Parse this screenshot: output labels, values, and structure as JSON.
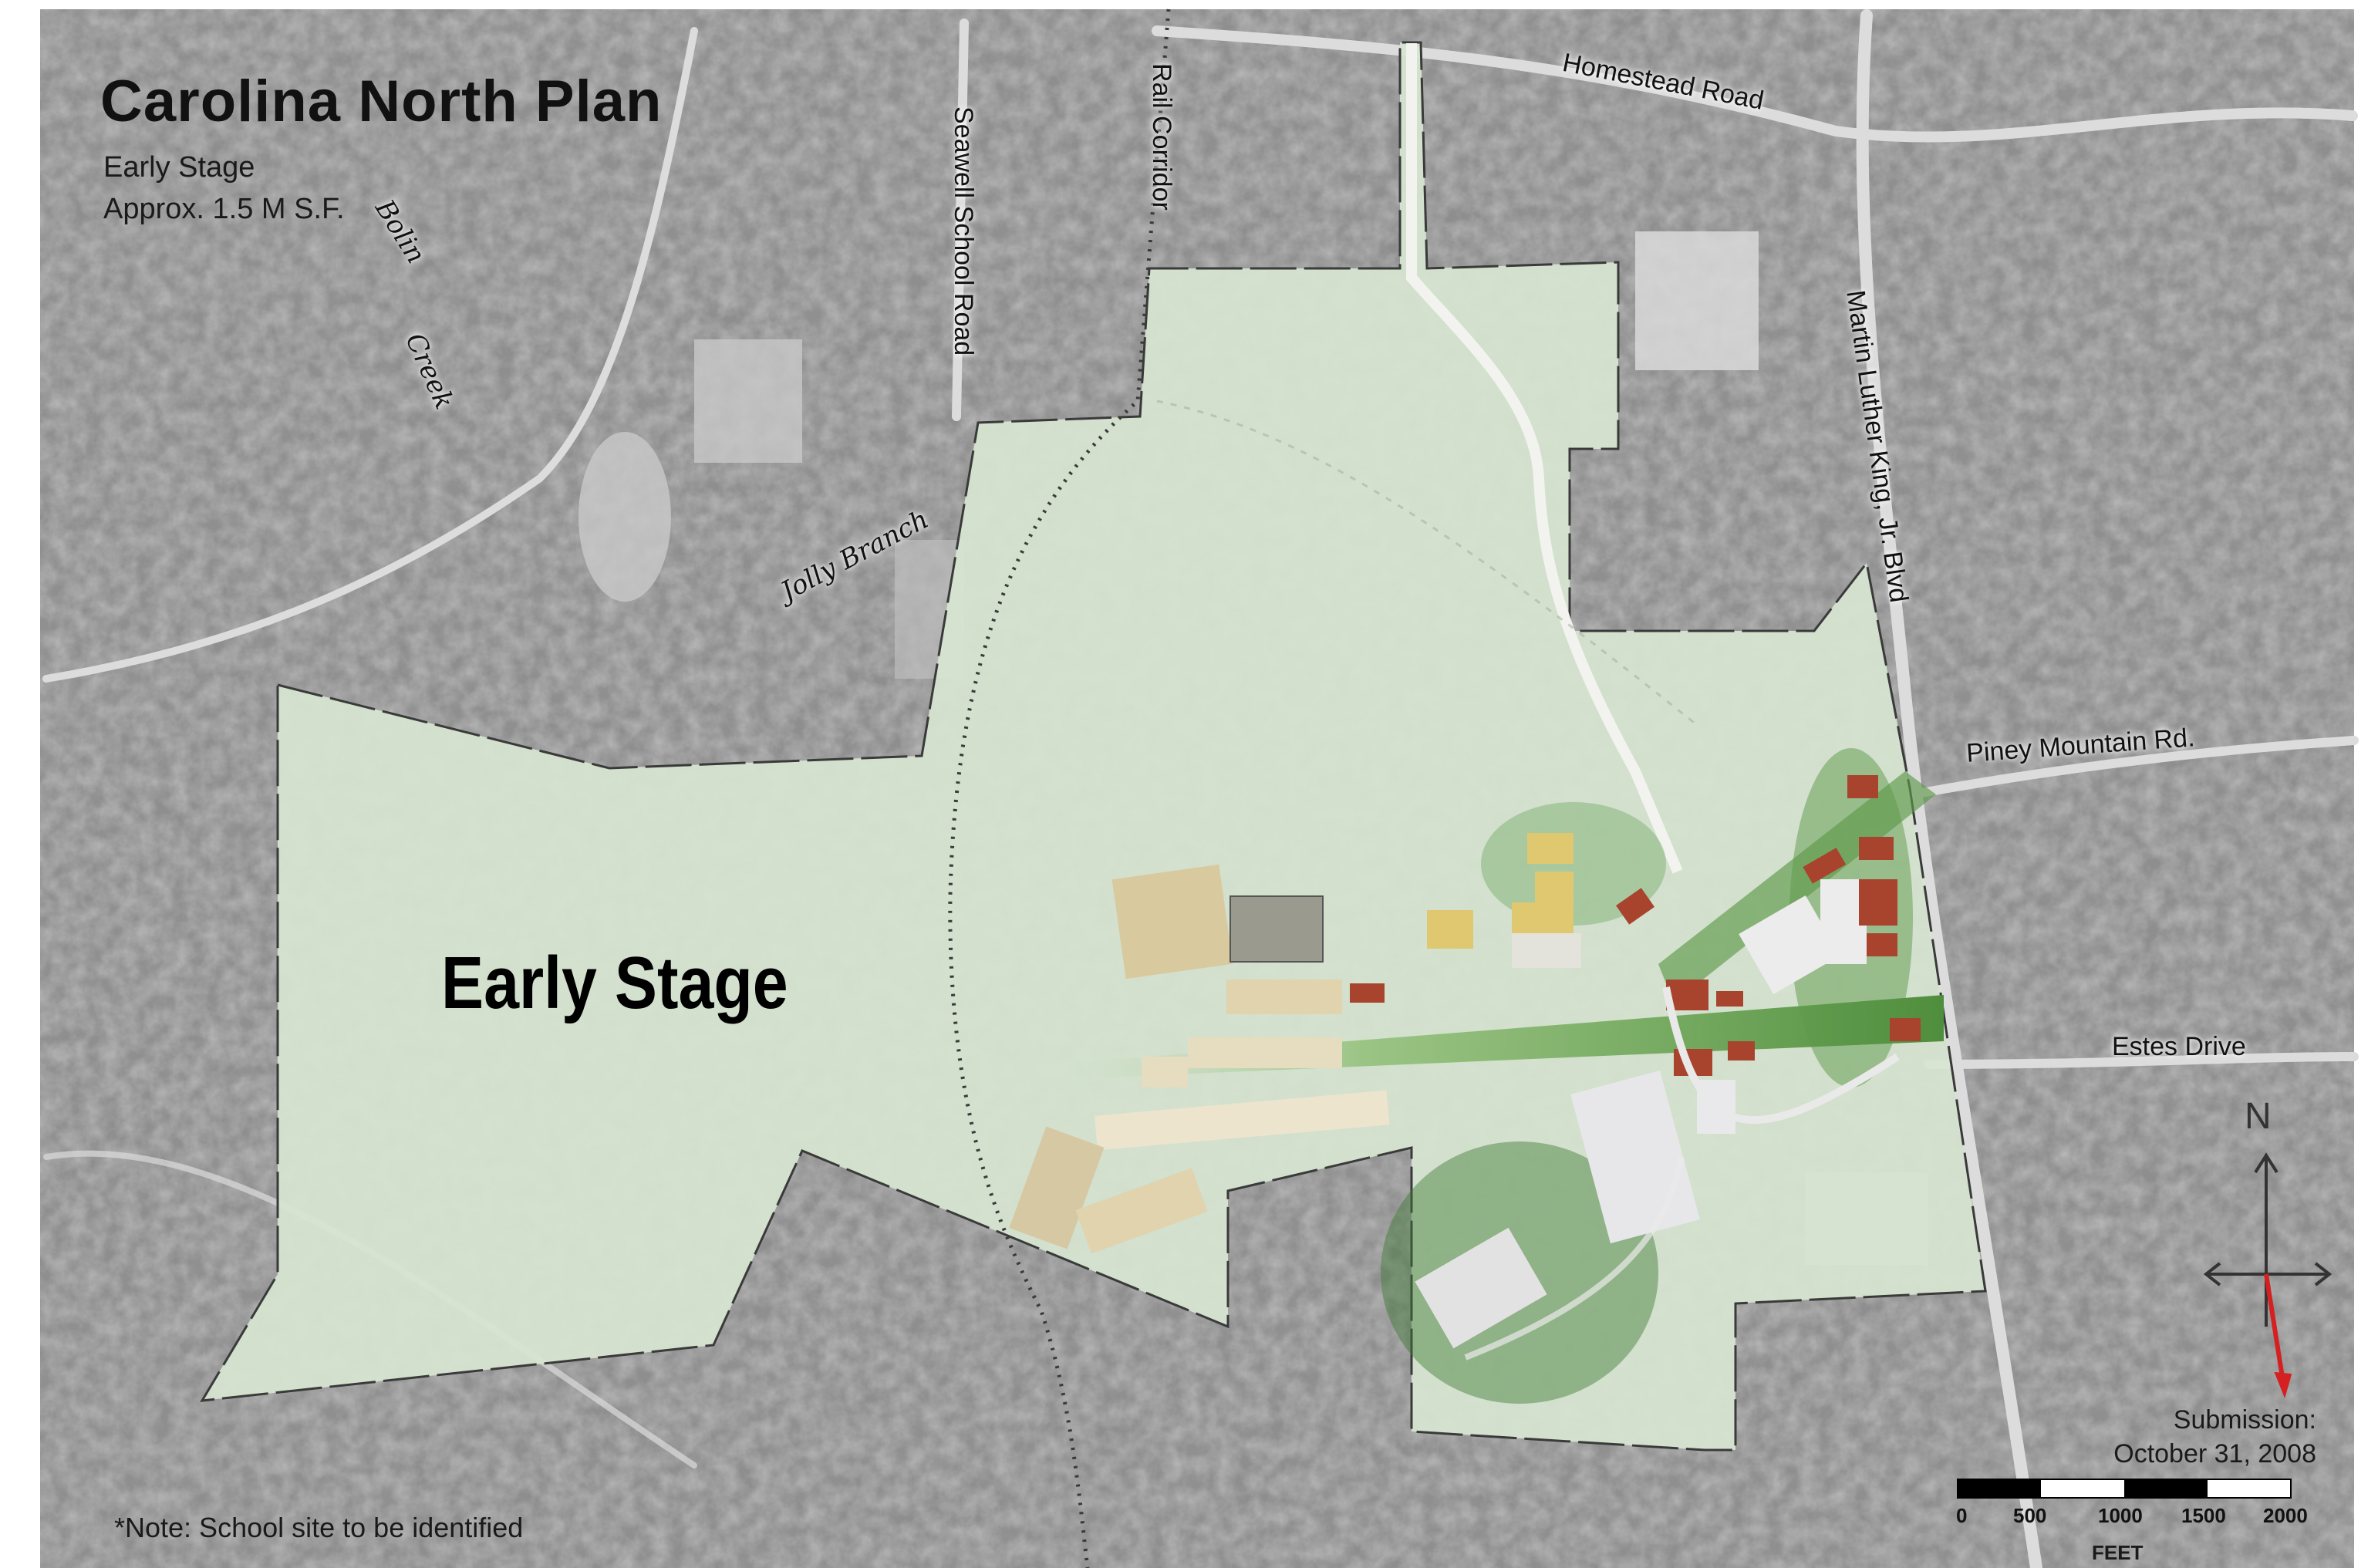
{
  "title": "Carolina North Plan",
  "subtitle_lines": [
    "Early Stage",
    "Approx. 1.5 M S.F."
  ],
  "area_label": "Early Stage",
  "note": "*Note: School site to be identified",
  "submission": {
    "label": "Submission:",
    "date": "October 31, 2008"
  },
  "roads": {
    "homestead": "Homestead Road",
    "rail": "Rail Corridor",
    "seawell": "Seawell School Road",
    "mlk": "Martin Luther King, Jr. Blvd",
    "piney": "Piney Mountain Rd.",
    "estes": "Estes Drive"
  },
  "creeks": {
    "bolin_1": "Bolin",
    "bolin_2": "Creek",
    "jolly": "Jolly Branch"
  },
  "scale_bar": {
    "ticks": [
      "0",
      "500",
      "1000",
      "1500",
      "2000"
    ],
    "unit": "FEET"
  },
  "north_label": "N",
  "colors": {
    "aerial_base": "#8e8e8e",
    "site_fill": "#d6e5d1",
    "boundary": "#3a3a3a",
    "buildings_red": "#a8442e",
    "buildings_tan": "#d8c79a",
    "green_corridor": "#5d9a4a",
    "north_arrow": "#d42020"
  }
}
